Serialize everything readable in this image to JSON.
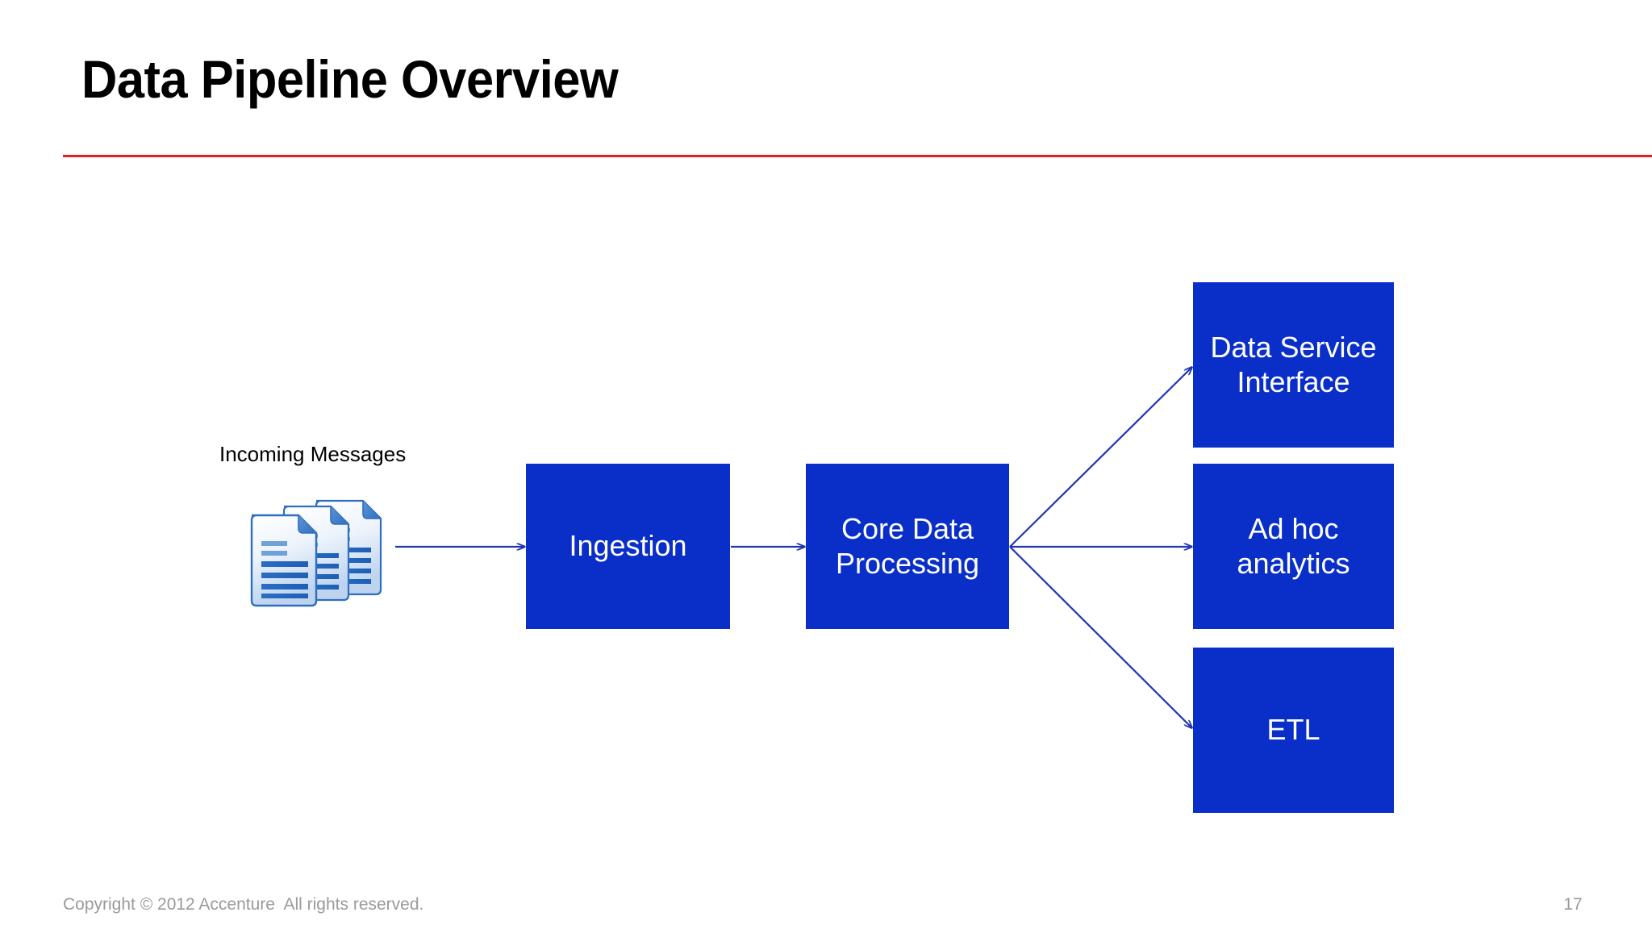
{
  "slide": {
    "title": "Data Pipeline Overview",
    "page_number": "17",
    "copyright": "Copyright © 2012 Accenture  All rights reserved.",
    "accent_rule_color": "#ED1C24",
    "box_color": "#0A2FC8",
    "connector_color": "#1F35B4",
    "footer_text_color": "#9a9a9a"
  },
  "diagram": {
    "source": {
      "label": "Incoming Messages",
      "icon": "documents-stack-icon"
    },
    "boxes": [
      {
        "id": "ingestion",
        "label": "Ingestion"
      },
      {
        "id": "core-processing",
        "line1": "Core Data",
        "line2": "Processing"
      },
      {
        "id": "data-service",
        "line1": "Data Service",
        "line2": "Interface"
      },
      {
        "id": "adhoc",
        "line1": "Ad hoc",
        "line2": "analytics"
      },
      {
        "id": "etl",
        "label": "ETL"
      }
    ],
    "connectors": [
      {
        "from": "incoming-messages",
        "to": "ingestion",
        "style": "straight-arrow"
      },
      {
        "from": "ingestion",
        "to": "core-processing",
        "style": "straight-arrow"
      },
      {
        "from": "core-processing",
        "to": "data-service",
        "style": "diagonal-arrow-up"
      },
      {
        "from": "core-processing",
        "to": "adhoc",
        "style": "straight-arrow"
      },
      {
        "from": "core-processing",
        "to": "etl",
        "style": "diagonal-arrow-down"
      }
    ]
  }
}
